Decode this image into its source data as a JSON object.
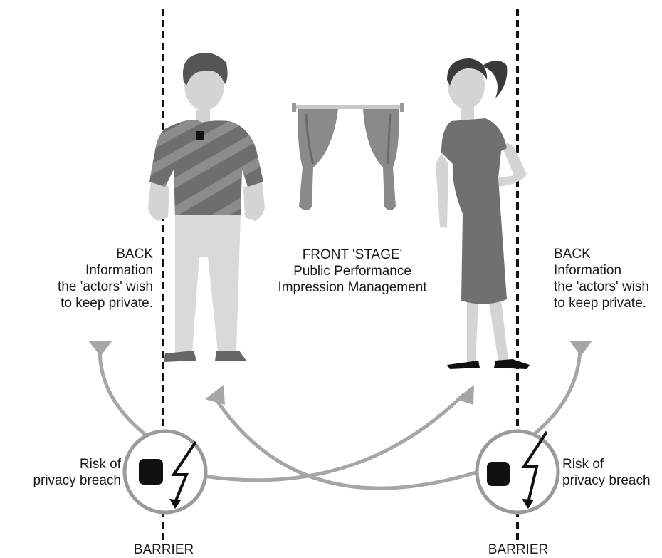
{
  "back_left": {
    "line1": "BACK",
    "line2": "Information",
    "line3": "the 'actors' wish",
    "line4": "to keep private."
  },
  "front": {
    "line1": "FRONT 'STAGE'",
    "line2": "Public Performance",
    "line3": "Impression Management"
  },
  "back_right": {
    "line1": "BACK",
    "line2": "Information",
    "line3": "the 'actors' wish",
    "line4": "to keep private."
  },
  "risk_left": {
    "line1": "Risk of",
    "line2": "privacy breach"
  },
  "risk_right": {
    "line1": "Risk of",
    "line2": "privacy breach"
  },
  "barrier_left": "BARRIER",
  "barrier_right": "BARRIER",
  "colors": {
    "arrow_gray": "#a6a6a6",
    "skin": "#d4d4d4",
    "dark": "#111111",
    "shirt": "#6e6e6e",
    "shirt_stripe": "#8c8c8c",
    "pants": "#d9d9d9",
    "hair": "#555555",
    "dress": "#707070",
    "curtain": "#8a8a8a"
  }
}
